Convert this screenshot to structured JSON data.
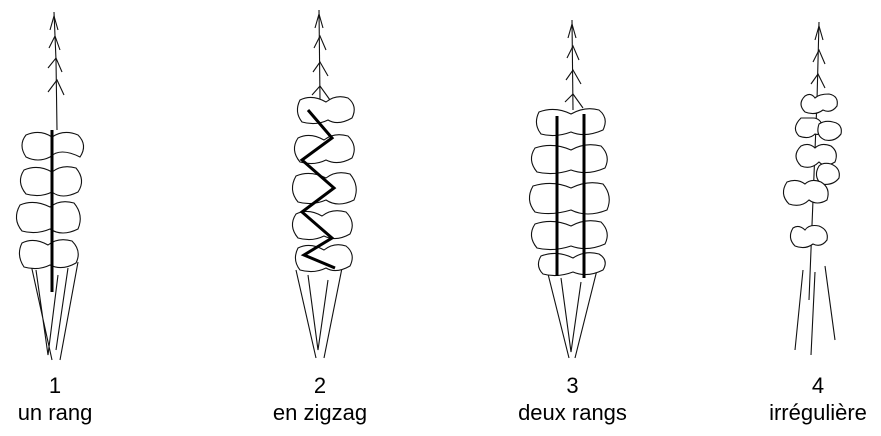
{
  "panels": [
    {
      "number": "1",
      "label": "un rang"
    },
    {
      "number": "2",
      "label": "en zigzag"
    },
    {
      "number": "3",
      "label": "deux rangs"
    },
    {
      "number": "4",
      "label": "irrégulière"
    }
  ]
}
